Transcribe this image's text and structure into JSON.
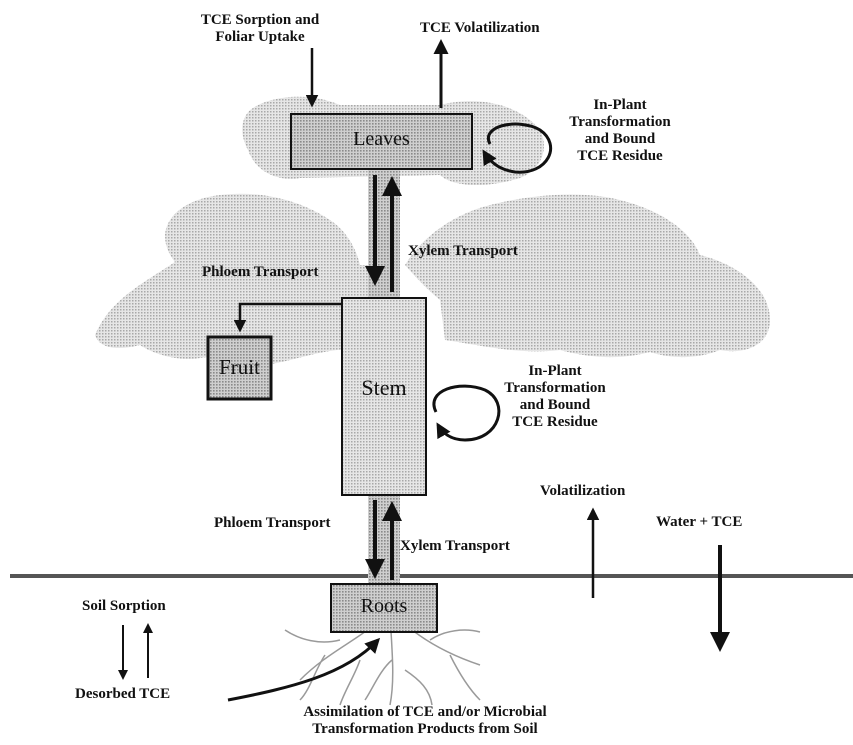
{
  "boxes": {
    "leaves": "Leaves",
    "stem": "Stem",
    "fruit": "Fruit",
    "roots": "Roots"
  },
  "labels": {
    "tce_sorption_line1": "TCE Sorption and",
    "tce_sorption_line2": "Foliar Uptake",
    "tce_volatilization": "TCE Volatilization",
    "inplant_top_line1": "In-Plant",
    "inplant_top_line2": "Transformation",
    "inplant_top_line3": "and Bound",
    "inplant_top_line4": "TCE Residue",
    "xylem_upper": "Xylem Transport",
    "phloem_upper": "Phloem Transport",
    "inplant_mid_line1": "In-Plant",
    "inplant_mid_line2": "Transformation",
    "inplant_mid_line3": "and Bound",
    "inplant_mid_line4": "TCE Residue",
    "volatilization": "Volatilization",
    "water_tce": "Water + TCE",
    "phloem_lower": "Phloem Transport",
    "xylem_lower": "Xylem Transport",
    "soil_sorption": "Soil Sorption",
    "desorbed_tce": "Desorbed TCE",
    "assimilation_line1": "Assimilation of TCE and/or Microbial",
    "assimilation_line2": "Transformation Products from Soil"
  },
  "colors": {
    "ink": "#111111",
    "box_fill": "#c9c9c9",
    "foliage": "#d4d4d4"
  }
}
